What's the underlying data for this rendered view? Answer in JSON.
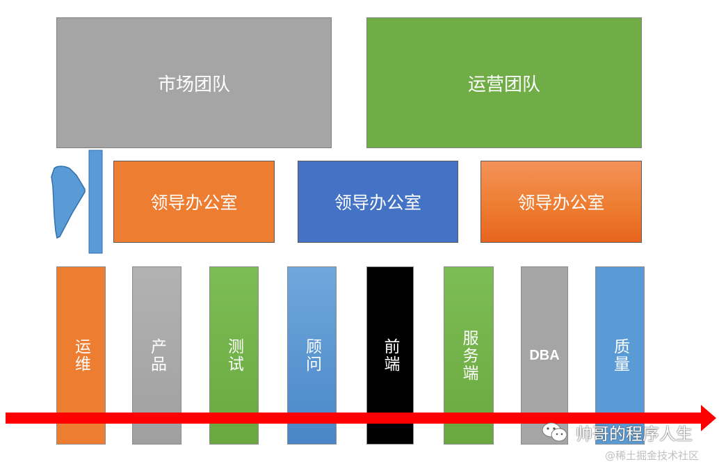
{
  "teams": {
    "market": "市场团队",
    "operations": "运营团队"
  },
  "offices": [
    {
      "label": "领导办公室"
    },
    {
      "label": "领导办公室"
    },
    {
      "label": "领导办公室"
    }
  ],
  "columns": [
    {
      "label": "运维"
    },
    {
      "label": "产品"
    },
    {
      "label": "测试"
    },
    {
      "label": "顾问"
    },
    {
      "label": "前端"
    },
    {
      "label": "服务端"
    },
    {
      "label": "DBA"
    },
    {
      "label": "质量"
    }
  ],
  "watermark": {
    "main": "帅哥的程序人生",
    "site": "@稀土掘金技术社区"
  },
  "colors": {
    "gray": "#a5a5a5",
    "green": "#70ad47",
    "orange": "#ed7d31",
    "blue": "#4472c4",
    "light_blue": "#5b9bd5",
    "arrow_red": "#ff0000"
  }
}
